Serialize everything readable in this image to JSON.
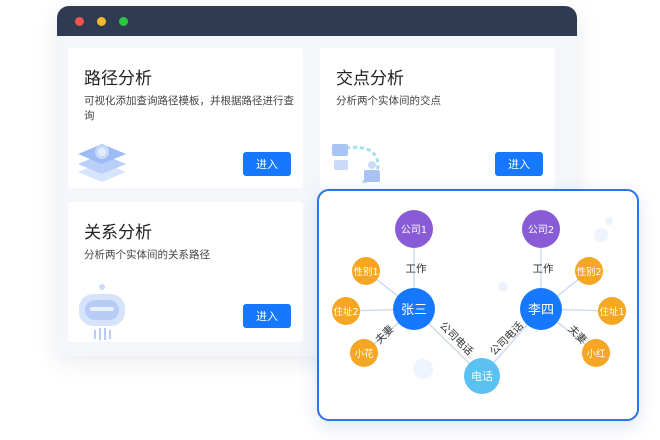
{
  "cards": [
    {
      "title": "路径分析",
      "desc": "可视化添加查询路径模板，并根据路径进行查询",
      "button": "进入"
    },
    {
      "title": "交点分析",
      "desc": "分析两个实体间的交点",
      "button": "进入"
    },
    {
      "title": "关系分析",
      "desc": "分析两个实体间的关系路径",
      "button": "进入"
    }
  ],
  "graph": {
    "nodes": {
      "company1": "公司1",
      "company2": "公司2",
      "zhangsan": "张三",
      "lisi": "李四",
      "phone": "电话",
      "gender1": "性别1",
      "address2": "住址2",
      "xiaohua": "小花",
      "gender2": "性别2",
      "address1": "住址1",
      "xiaohong": "小红"
    },
    "edges": {
      "work_left": "工作",
      "work_right": "工作",
      "spouse_left": "夫妻",
      "spouse_right": "夫妻",
      "phone_left": "公司电话",
      "phone_right": "公司电话"
    }
  },
  "colors": {
    "accent": "#1677ff",
    "company_node": "#8a5bd6",
    "person_node": "#1677ff",
    "attribute_node": "#f5a623",
    "phone_node": "#5bc0f2",
    "titlebar": "#2f3b52"
  }
}
